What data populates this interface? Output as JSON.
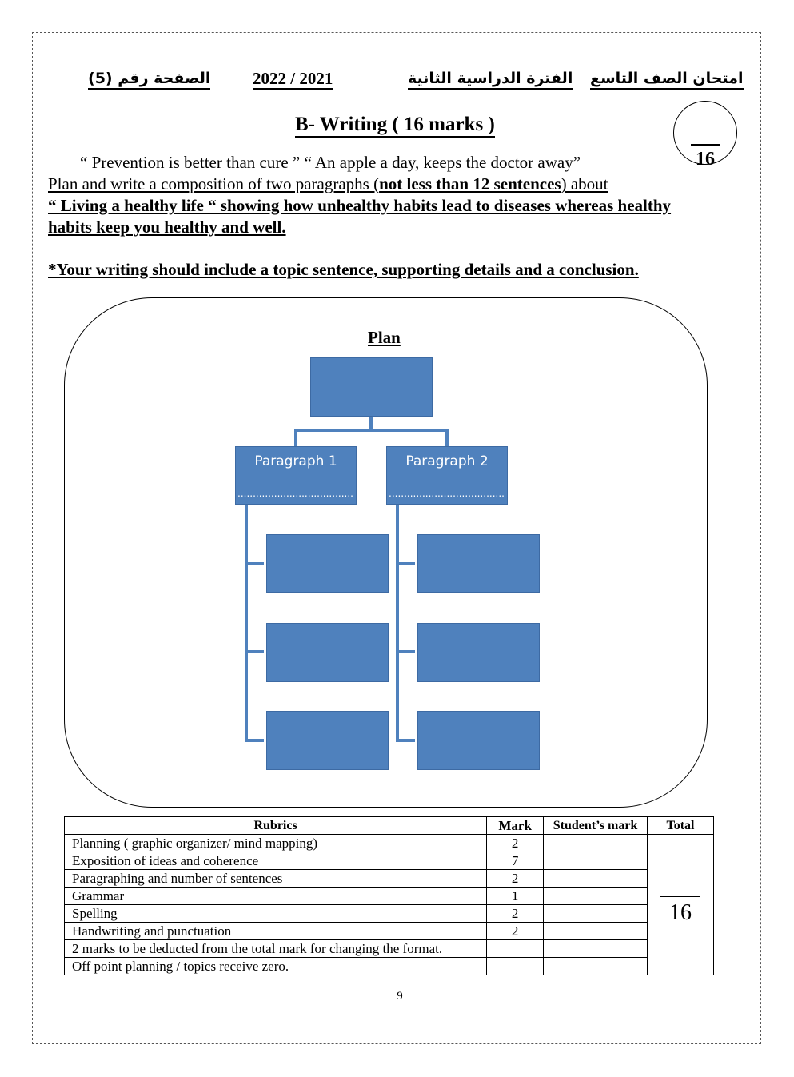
{
  "header": {
    "exam_title": "امتحان الصف التاسع",
    "term": "الفترة الدراسية الثانية",
    "year": "2022 / 2021",
    "page_label": "الصفحة رقم",
    "page_number": "(5)"
  },
  "section": {
    "title": "B- Writing ( 16 marks )",
    "score": "16"
  },
  "instructions": {
    "quote": "“ Prevention is better than cure  ” “ An apple a day, keeps the doctor away”",
    "line1_a": "Plan and write a composition of two paragraphs (",
    "line1_b": "not less than 12 sentences",
    "line1_c": ") about",
    "line2": " “ Living a healthy life “ showing how unhealthy habits lead to diseases whereas healthy",
    "line3": "habits keep you healthy and well.",
    "note": "*Your writing should include a topic sentence, supporting details and a conclusion."
  },
  "plan": {
    "title": "Plan",
    "paragraph1": "Paragraph 1",
    "paragraph2": "Paragraph 2",
    "dots": "..............................................."
  },
  "colors": {
    "diagram_blue": "#4f81bd"
  },
  "rubric": {
    "headers": [
      "Rubrics",
      "Mark",
      "Student’s mark",
      "Total"
    ],
    "rows": [
      {
        "criterion": "Planning ( graphic organizer/ mind mapping)",
        "mark": "2"
      },
      {
        "criterion": "Exposition of ideas and coherence",
        "mark": "7"
      },
      {
        "criterion": "Paragraphing and number of sentences",
        "mark": "2"
      },
      {
        "criterion": "Grammar",
        "mark": "1"
      },
      {
        "criterion": "Spelling",
        "mark": "2"
      },
      {
        "criterion": "Handwriting and punctuation",
        "mark": "2"
      },
      {
        "criterion": "2 marks to be deducted from the total mark for changing the format.",
        "mark": ""
      },
      {
        "criterion": "Off point planning / topics receive zero.",
        "mark": ""
      }
    ],
    "total": "16"
  },
  "footer": {
    "page_number": "9"
  }
}
